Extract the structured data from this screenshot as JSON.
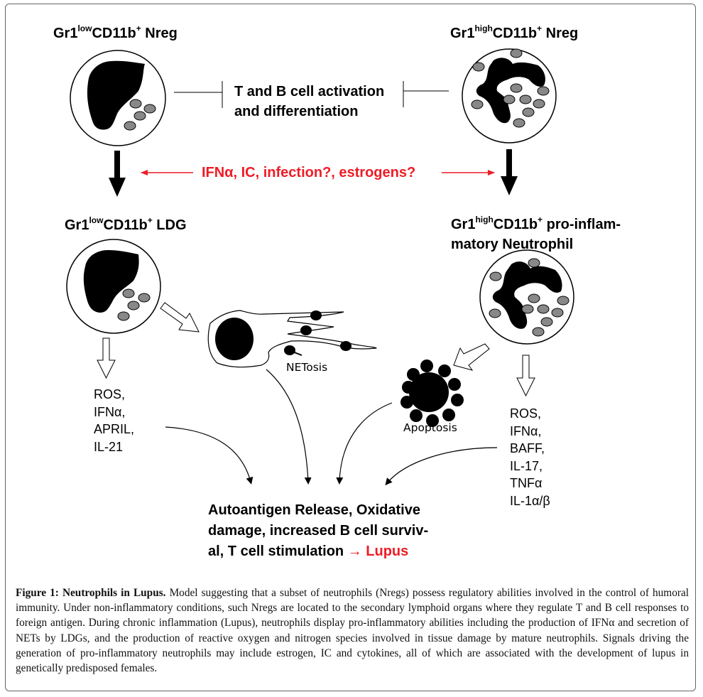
{
  "diagram": {
    "top_left_cell": {
      "prefix": "Gr1",
      "sup1": "low",
      "middle": "CD11b",
      "sup2": "+",
      "suffix": " Nreg"
    },
    "top_right_cell": {
      "prefix": "Gr1",
      "sup1": "high",
      "middle": "CD11b",
      "sup2": "+",
      "suffix": " Nreg"
    },
    "inhibition_target": {
      "line1": "T and B cell activation",
      "line2": "and differentiation"
    },
    "signals": "IFNα, IC, infection?, estrogens?",
    "mid_left_cell": {
      "prefix": "Gr1",
      "sup1": "low",
      "middle": "CD11b",
      "sup2": "+",
      "suffix": " LDG"
    },
    "mid_right_cell": {
      "prefix": "Gr1",
      "sup1": "high",
      "middle": "CD11b",
      "sup2": "+",
      "suffix": " pro-inflam-",
      "line2": "matory Neutrophil"
    },
    "netosis_label": "NETosis",
    "apoptosis_label": "Apoptosis",
    "ldg_products": [
      "ROS,",
      "IFNα,",
      "APRIL,",
      "IL-21"
    ],
    "neutrophil_products": [
      "ROS,",
      "IFNα,",
      "BAFF,",
      "IL-17,",
      "TNFα",
      "IL-1α/β"
    ],
    "outcome": {
      "line1": "Autoantigen Release, Oxidative",
      "line2": "damage, increased B cell surviv-",
      "line3_prefix": "al, T cell stimulation ",
      "arrow": "→",
      "result": "Lupus"
    },
    "colors": {
      "accent_red": "#ee1c25",
      "granule_gray": "#888888",
      "nucleus": "#000000"
    }
  },
  "caption": {
    "label": "Figure 1: Neutrophils in Lupus.",
    "text": " Model suggesting that a subset of neutrophils (Nregs) possess regulatory abilities involved in the control of humoral immunity. Under non-inflammatory conditions, such Nregs are located to the secondary lymphoid organs where they regulate T and B cell responses to foreign antigen. During chronic inflammation (Lupus), neutrophils display pro-inflammatory abilities including the production of IFNα and secretion of NETs by LDGs, and the production of reactive oxygen and nitrogen species involved in tissue damage by mature neutrophils. Signals driving the generation of pro-inflammatory neutrophils may include estrogen, IC and cytokines, all of which are associated with the development of lupus in genetically predisposed females."
  }
}
